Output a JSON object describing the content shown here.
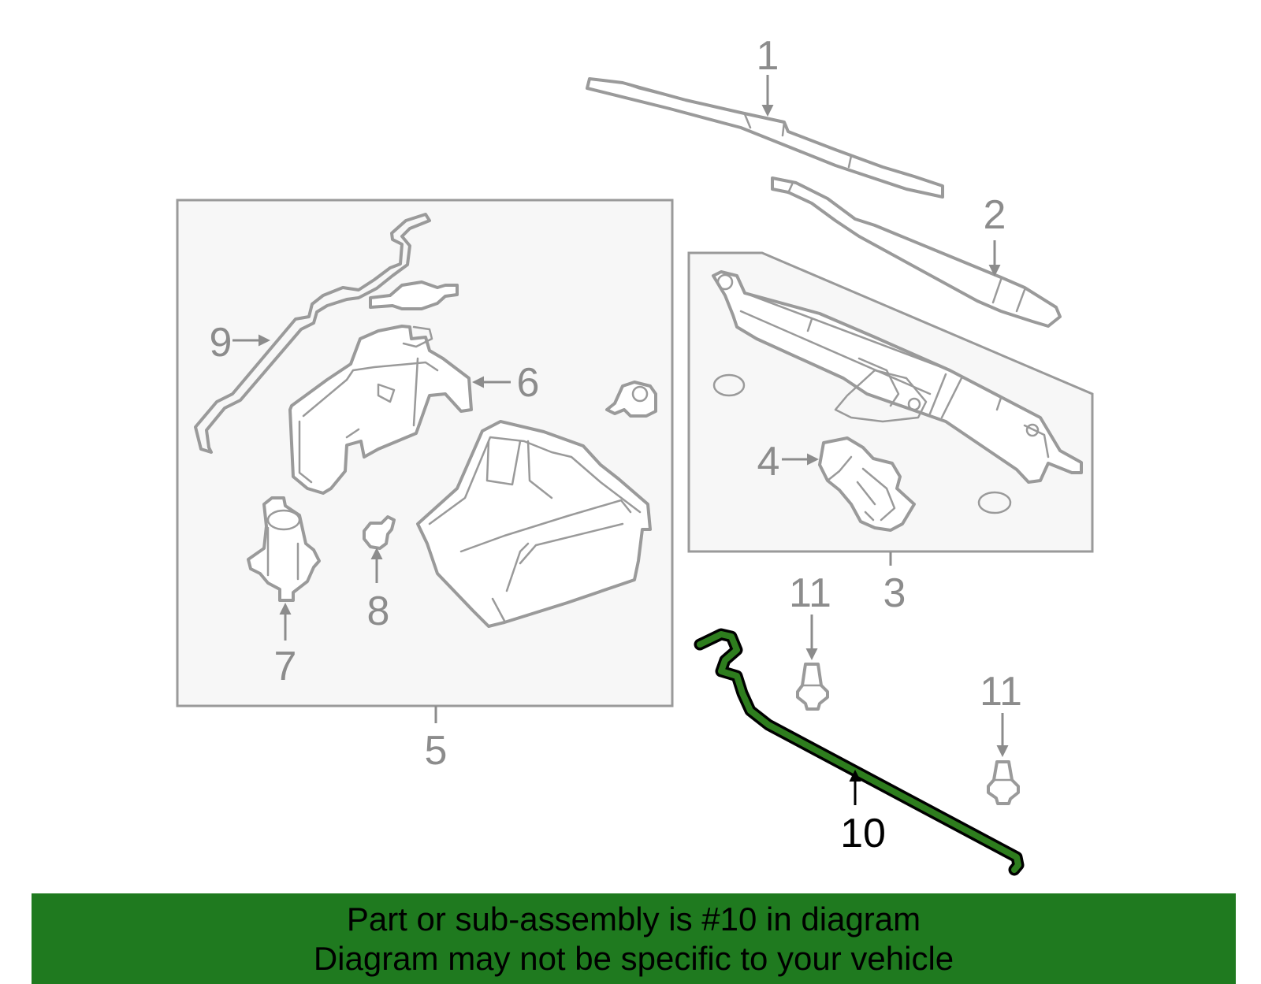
{
  "callouts": {
    "c1": "1",
    "c2": "2",
    "c3": "3",
    "c4": "4",
    "c5": "5",
    "c6": "6",
    "c7": "7",
    "c8": "8",
    "c9": "9",
    "c10": "10",
    "c11a": "11",
    "c11b": "11"
  },
  "highlighted_part": "10",
  "banner": {
    "line1": "Part or sub-assembly is #10 in diagram",
    "line2": "Diagram may not be specific to your vehicle"
  },
  "colors": {
    "banner_background": "#1f7a1f",
    "highlight_fill": "#2e7d1e",
    "part_outline": "#9a9a9a",
    "callout_text": "#8c8c8c",
    "active_text": "#000000"
  }
}
